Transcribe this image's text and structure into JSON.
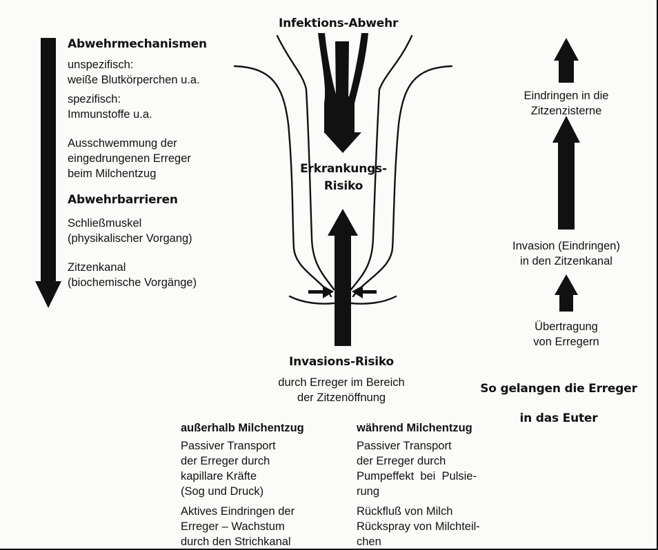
{
  "top": {
    "title": "Infektions-Abwehr"
  },
  "center": {
    "risk_line1": "Erkrankungs-",
    "risk_line2": "Risiko",
    "invasion_title": "Invasions-Risiko",
    "invasion_sub1": "durch Erreger im Bereich",
    "invasion_sub2": "der Zitzenöffnung"
  },
  "left": {
    "mechanisms_title": "Abwehrmechanismen",
    "unspecific_1": "unspezifisch:",
    "unspecific_2": "weiße Blutkörperchen u.a.",
    "specific_1": "spezifisch:",
    "specific_2": "Immunstoffe u.a.",
    "flush_1": "Ausschwemmung der",
    "flush_2": "eingedrungenen Erreger",
    "flush_3": "beim Milchentzug",
    "barriers_title": "Abwehrbarrieren",
    "sphincter_1": "Schließmuskel",
    "sphincter_2": "(physikalischer Vorgang)",
    "canal_1": "Zitzenkanal",
    "canal_2": "(biochemische Vorgänge)"
  },
  "right": {
    "step3_1": "Eindringen in die",
    "step3_2": "Zitzenzisterne",
    "step2_1": "Invasion (Eindringen)",
    "step2_2": "in den Zitzenkanal",
    "step1_1": "Übertragung",
    "step1_2": "von Erregern",
    "caption_1": "So gelangen die Erreger",
    "caption_2": "in das Euter"
  },
  "bottom": {
    "outside_title": "außerhalb Milchentzug",
    "outside_1": "Passiver Transport",
    "outside_2": "der Erreger durch",
    "outside_3": "kapillare Kräfte",
    "outside_4": "(Sog und Druck)",
    "outside_5": "Aktives Eindringen der",
    "outside_6": "Erreger – Wachstum",
    "outside_7": "durch den Strichkanal",
    "during_title": "während Milchentzug",
    "during_1": "Passiver Transport",
    "during_2": "der Erreger durch",
    "during_3": "Pumpeffekt  bei  Pulsie-",
    "during_4": "rung",
    "during_5": "Rückfluß von Milch",
    "during_6": "Rückspray von Milchteil-",
    "during_7": "chen"
  },
  "colors": {
    "ink": "#111111",
    "paper": "#fbfbf9"
  }
}
